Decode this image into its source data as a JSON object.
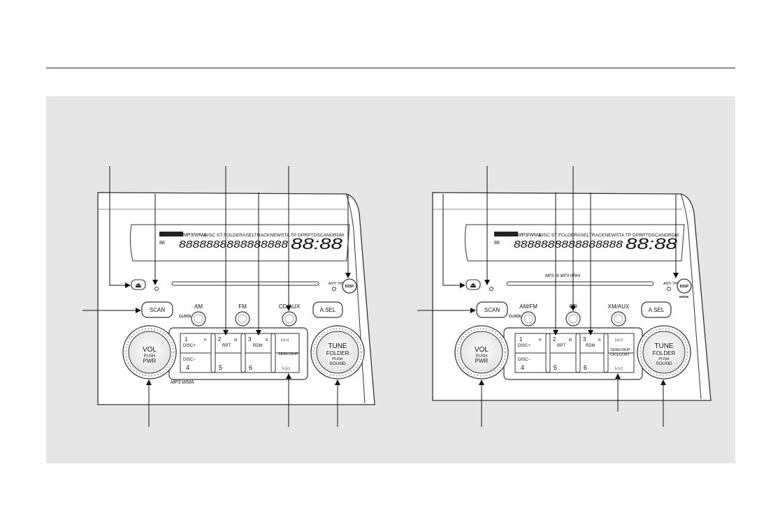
{
  "left": {
    "display": {
      "top_left": "MP3/WMA",
      "indicators": "DISC ST FOLDERASELTRACKNEWSTA TP DPRPTDSCANDRDM",
      "grid": "88",
      "segments": "8888888888888888",
      "clock": "88:88"
    },
    "buttons": {
      "eject": "⏏",
      "disp": "DISP",
      "anti_theft": "ANTI THEFT",
      "scan": "SCAN",
      "am": "AM",
      "clock": "CLOCK",
      "fm": "FM",
      "cd_aux": "CD/AUX",
      "a_sel": "A.SEL"
    },
    "presets": {
      "p1": "1",
      "p1_sub": "H",
      "p2": "2",
      "p2_sub": "M",
      "p3": "3",
      "p3_sub": "R",
      "p4": "4",
      "p5": "5",
      "p6": "6",
      "disc_plus": "DISC+",
      "disc_minus": "DISC−",
      "rpt": "RPT",
      "rdm": "RDM",
      "seek_skip": "SEEK/SKIP",
      "skip_fwd": "▷▷I",
      "skip_back": "I◁◁"
    },
    "knobs": {
      "vol": "VOL",
      "vol_push": "PUSH",
      "vol_pwr": "PWR",
      "tune": "TUNE",
      "tune_folder": "FOLDER",
      "tune_push": "PUSH",
      "tune_sound": "SOUND"
    },
    "badge": "MP3 WMA"
  },
  "right": {
    "display": {
      "top_left": "MP3/WMA",
      "indicators": "DISC ST FOLDERASELTRACKNEWSTA TP DPRPTDSCANDRDM",
      "grid": "88",
      "segments": "8888888888888888",
      "clock": "88:88"
    },
    "slot_label": "MP3 IN MP3 WMA",
    "buttons": {
      "eject": "⏏",
      "disp": "DISP",
      "disp_sub": "MODE",
      "anti_theft": "ANTI THEFT",
      "scan": "SCAN",
      "am_fm": "AM/FM",
      "clock": "CLOCK",
      "cd": "CD",
      "xm_aux": "XM/AUX",
      "a_sel": "A.SEL"
    },
    "presets": {
      "p1": "1",
      "p1_sub": "H",
      "p2": "2",
      "p2_sub": "M",
      "p3": "3",
      "p3_sub": "R",
      "p4": "4",
      "p5": "5",
      "p6": "6",
      "disc_plus": "DISC+",
      "disc_minus": "DISC−",
      "rpt": "RPT",
      "rdm": "RDM",
      "seek_skip": "SEEK/SKIP",
      "category": "CATEGORY",
      "skip_fwd": "▷▷I",
      "skip_back": "I◁◁"
    },
    "knobs": {
      "vol": "VOL",
      "vol_push": "PUSH",
      "vol_pwr": "PWR",
      "tune": "TUNE",
      "tune_folder": "FOLDER",
      "tune_push": "PUSH",
      "tune_sound": "SOUND"
    }
  }
}
